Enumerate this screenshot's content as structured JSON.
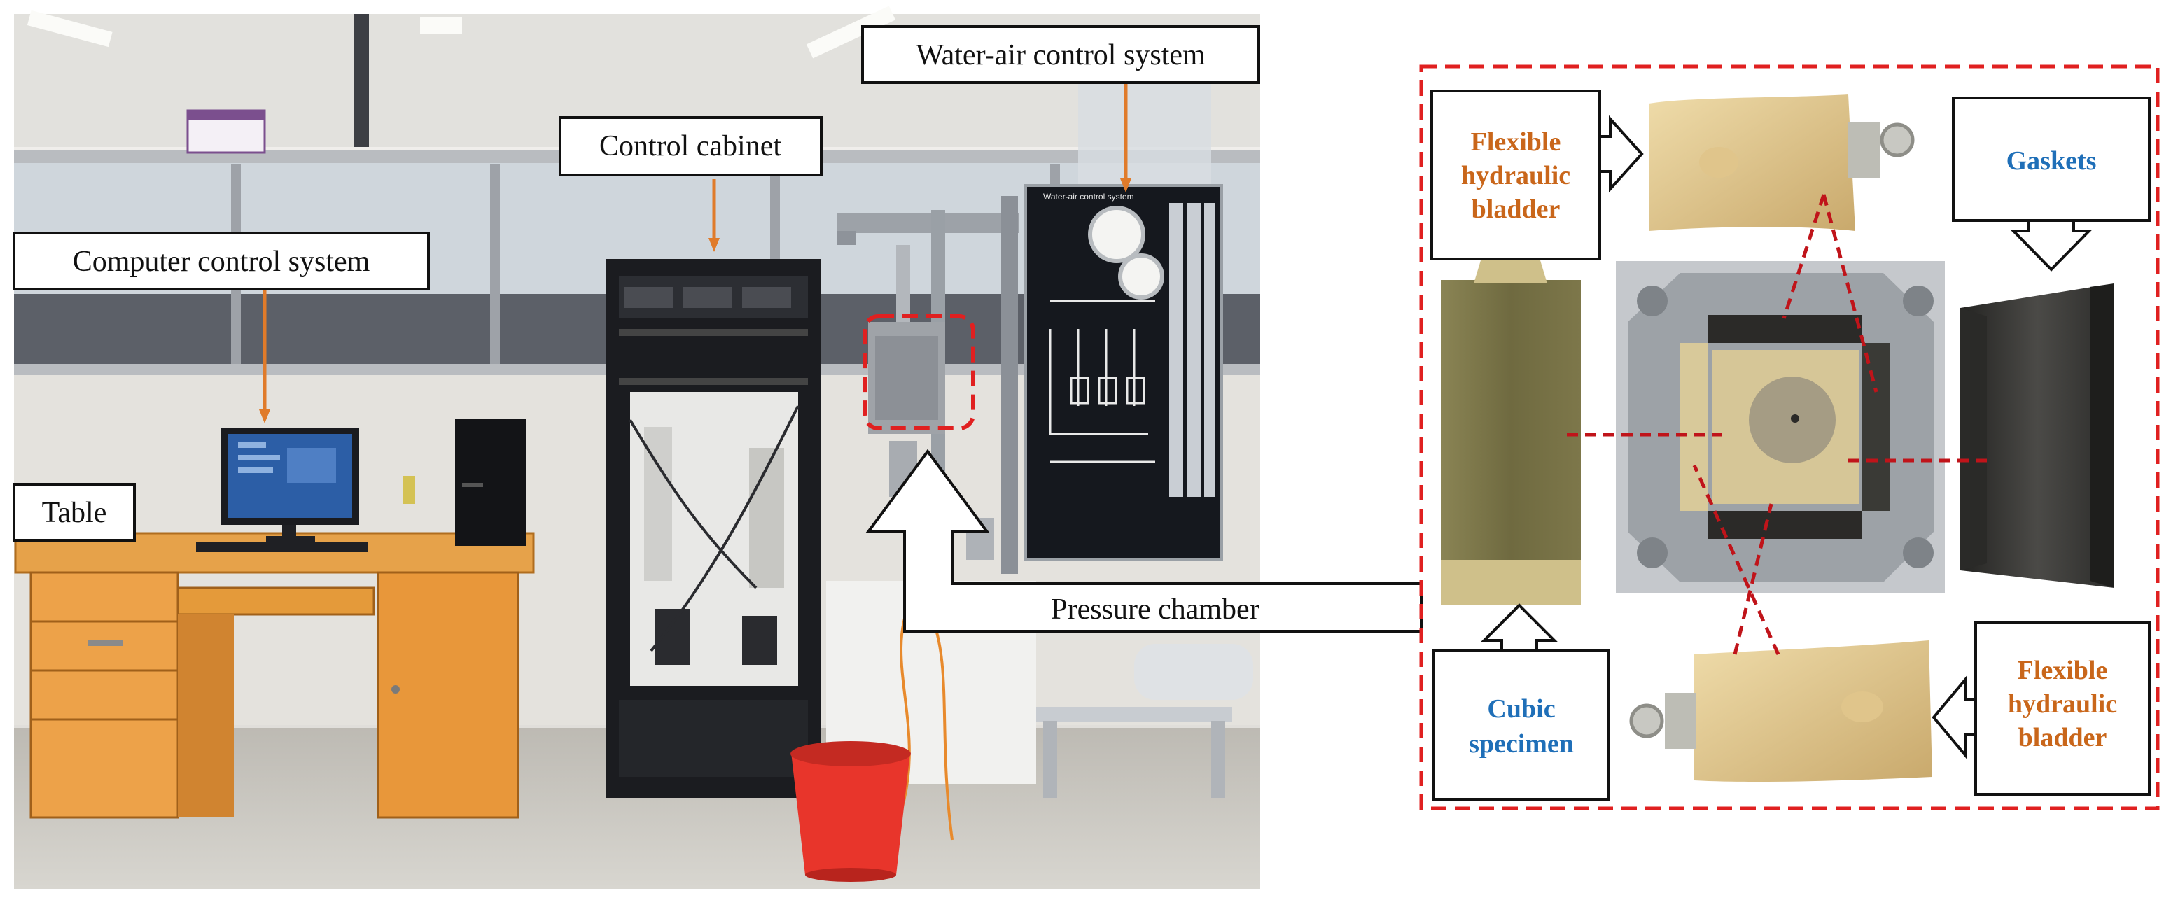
{
  "colors": {
    "arrow_orange": "#e07b2a",
    "label_orange": "#c9661a",
    "label_blue": "#1f6fb8",
    "dashed_red": "#e02020",
    "wall": "#e9eaec",
    "floor": "#c9c7c1",
    "desk": "#e49a3a",
    "cabinet": "#1f2024",
    "panel": "#14171d",
    "bucket": "#e8352b",
    "bladder": "#d9be86",
    "specimen": "#7c7648",
    "gasket": "#3a3a38"
  },
  "photo_labels": {
    "computer": "Computer control system",
    "cabinet": "Control cabinet",
    "water_air": "Water-air control system",
    "table": "Table",
    "pressure": "Pressure chamber"
  },
  "detail_labels": {
    "bladder_top_1": "Flexible",
    "bladder_top_2": "hydraulic",
    "bladder_top_3": "bladder",
    "gaskets": "Gaskets",
    "specimen_1": "Cubic",
    "specimen_2": "specimen",
    "bladder_bottom_1": "Flexible",
    "bladder_bottom_2": "hydraulic",
    "bladder_bottom_3": "bladder"
  },
  "panel_sign": "Water-air control system"
}
